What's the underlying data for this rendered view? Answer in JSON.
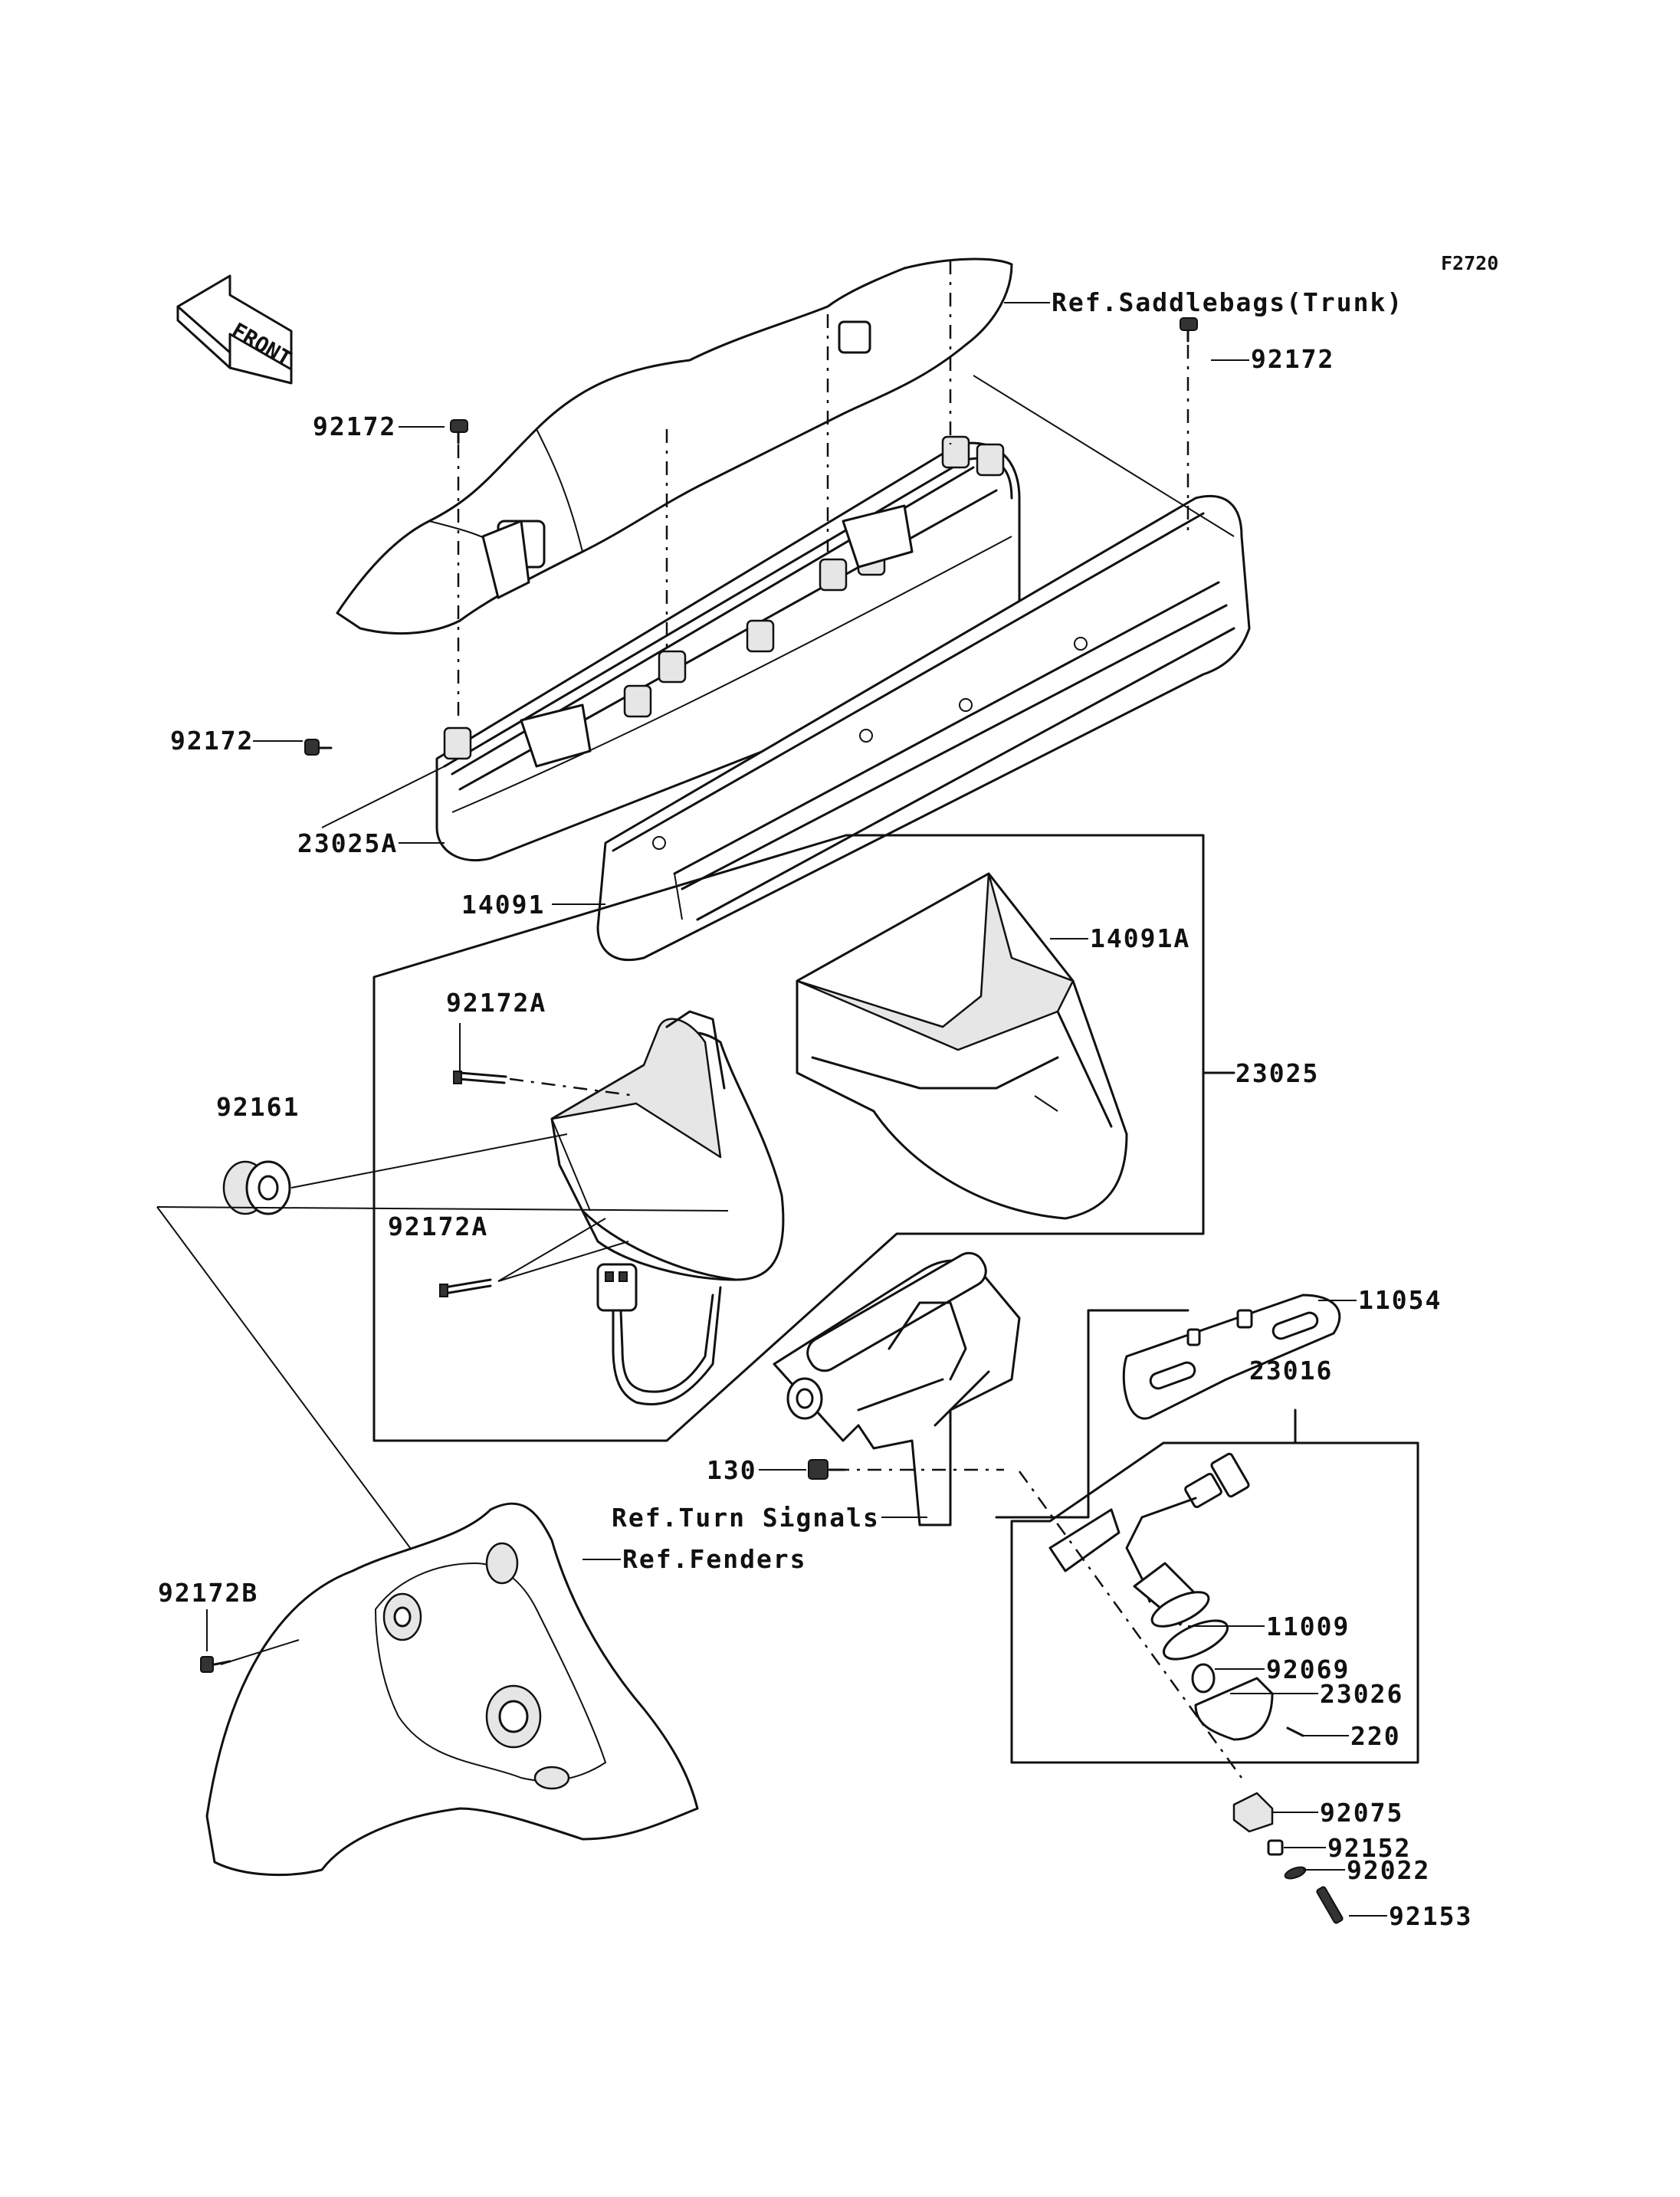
{
  "figure_code": "F2720",
  "direction_label": "FRONT",
  "part_labels": {
    "p92172_top_right": "92172",
    "p92172_top_left": "92172",
    "p92172_left": "92172",
    "p23025A": "23025A",
    "p14091": "14091",
    "p14091A": "14091A",
    "p92172A_top": "92172A",
    "p92172A_bottom": "92172A",
    "p92161": "92161",
    "p23025": "23025",
    "p11054": "11054",
    "p23016": "23016",
    "p130": "130",
    "p92172B": "92172B",
    "p11009": "11009",
    "p92069": "92069",
    "p23026": "23026",
    "p220": "220",
    "p92075": "92075",
    "p92152": "92152",
    "p92022": "92022",
    "p92153": "92153"
  },
  "reference_labels": {
    "saddlebags": "Ref.Saddlebags(Trunk)",
    "turn_signals": "Ref.Turn Signals",
    "fenders": "Ref.Fenders"
  }
}
